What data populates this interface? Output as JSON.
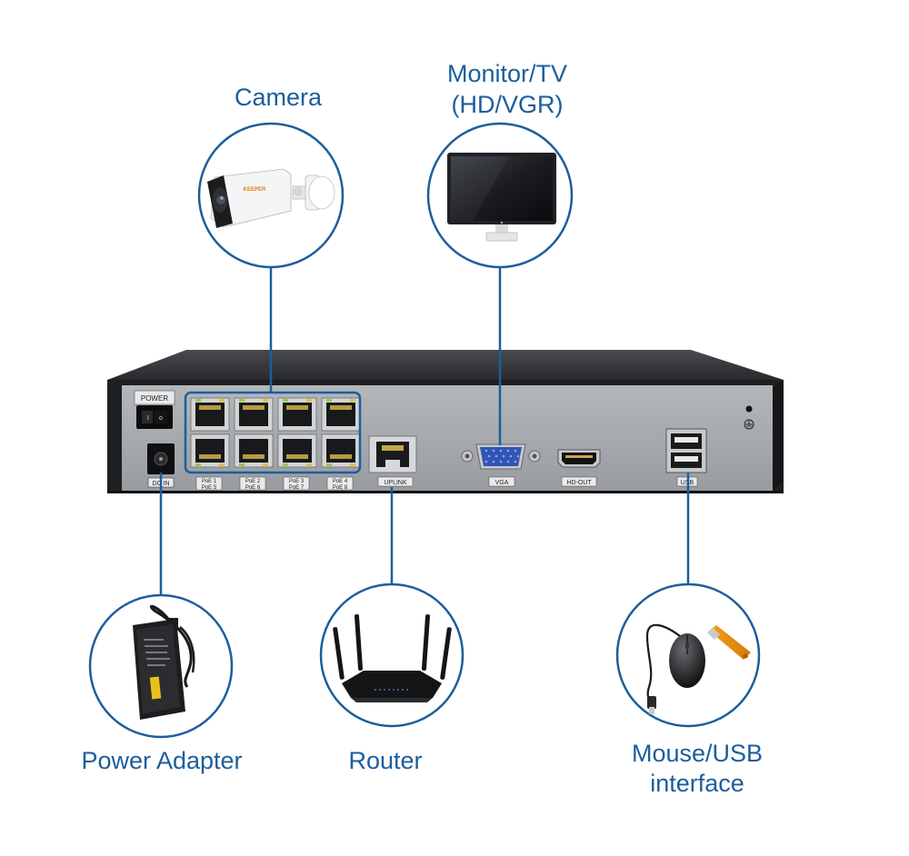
{
  "labels": {
    "camera": "Camera",
    "monitor_line1": "Monitor/TV",
    "monitor_line2": "(HD/VGR)",
    "power_adapter": "Power Adapter",
    "router": "Router",
    "mouse_line1": "Mouse/USB",
    "mouse_line2": "interface"
  },
  "nvr_panel": {
    "power": "POWER",
    "dc_in": "DC IN",
    "poe_ports": [
      {
        "top": "PoE 1",
        "bottom": "PoE 5"
      },
      {
        "top": "PoE 2",
        "bottom": "PoE 6"
      },
      {
        "top": "PoE 3",
        "bottom": "PoE 7"
      },
      {
        "top": "PoE 4",
        "bottom": "PoE 8"
      }
    ],
    "uplink": "UPLINK",
    "vga": "VGA",
    "hd_out": "HD-OUT",
    "usb": "USB"
  },
  "colors": {
    "accent": "#1c5e9c",
    "panel": "#a4a7ab",
    "body": "#2b2c2e"
  }
}
